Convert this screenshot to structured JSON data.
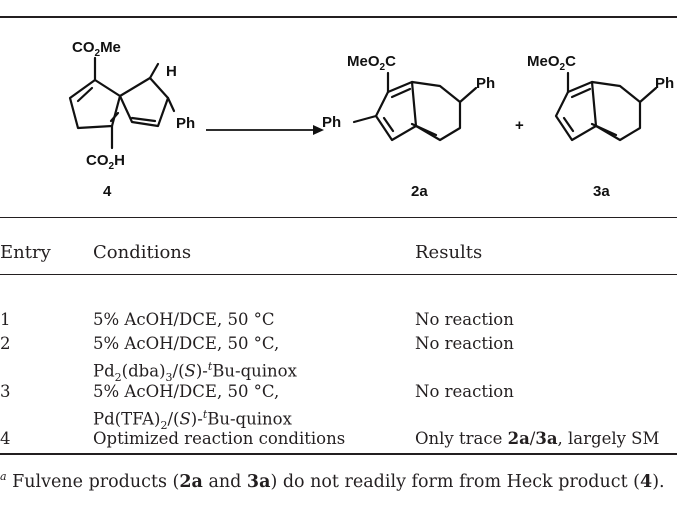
{
  "table": {
    "headers": [
      "Entry",
      "Conditions",
      "Results"
    ],
    "rows": [
      {
        "entry": "1",
        "conditions_line1": "5% AcOH/DCE, 50 °C",
        "conditions_line2": "",
        "result": "No reaction"
      },
      {
        "entry": "2",
        "conditions_line1": "5% AcOH/DCE, 50 °C,",
        "conditions_line2": "Pd2(dba)3/(S)-tBu-quinox",
        "result": "No reaction"
      },
      {
        "entry": "3",
        "conditions_line1": "5% AcOH/DCE, 50 °C,",
        "conditions_line2": "Pd(TFA)2/(S)-tBu-quinox",
        "result": "No reaction"
      },
      {
        "entry": "4",
        "conditions_line1": "Optimized reaction conditions",
        "conditions_line2": "",
        "result": "Only trace 2a/3a, largely SM"
      }
    ],
    "footnote": "a Fulvene products (2a and 3a) do not readily form from Heck product (4)."
  },
  "scheme": {
    "compound_labels": [
      "4",
      "2a",
      "3a"
    ],
    "groups": {
      "co2me": "CO2Me",
      "h": "H",
      "ph": "Ph",
      "co2h": "CO2H",
      "meo2c": "MeO2C",
      "plus": "+"
    }
  }
}
